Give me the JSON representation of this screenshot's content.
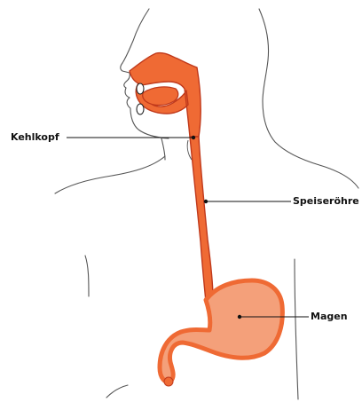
{
  "labels": {
    "larynx": "Kehlkopf",
    "esophagus": "Speiseröhre",
    "stomach": "Magen"
  },
  "colors": {
    "outline": "#555555",
    "organ_fill": "#ef6a34",
    "organ_stroke": "#c0391b",
    "stomach_fill": "#f4a07a",
    "leader": "#111111"
  }
}
